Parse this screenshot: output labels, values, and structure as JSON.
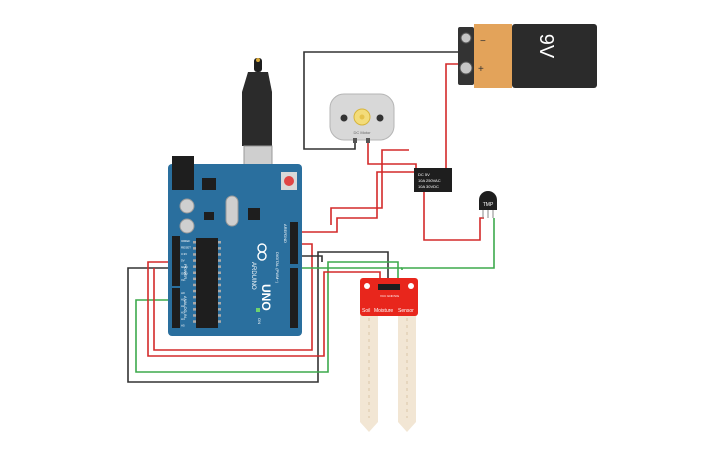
{
  "battery": {
    "voltage_label": "9V",
    "minus_label": "−",
    "plus_label": "+"
  },
  "arduino": {
    "brand_label": "ARDUINO",
    "model_label": "UNO",
    "digital_header_label": "DIGITAL (PWM~)",
    "power_header_label": "POWER",
    "analog_header_label": "ANALOG IN",
    "on_label": "ON",
    "aref_label": "AREF",
    "gnd_label": "GND",
    "power_pins": [
      "IOREF",
      "RESET",
      "3.3V",
      "5V",
      "GND",
      "GND",
      "Vin"
    ],
    "analog_pins": [
      "A0",
      "A1",
      "A2",
      "A3",
      "A4",
      "A5"
    ]
  },
  "relay": {
    "line1": "DC 5V",
    "line2": "10A 250VAC",
    "line3": "10A 30VDC"
  },
  "tmp": {
    "label": "TMP"
  },
  "motor": {
    "label": "DC Motor"
  },
  "soil_sensor": {
    "label_soil": "Soil",
    "label_moisture": "Moisture",
    "label_sensor": "Sensor",
    "pin_vcc": "VCC",
    "pin_gnd": "GND",
    "pin_sig": "SIG"
  },
  "colors": {
    "board_blue": "#2a6f9e",
    "battery_body": "#2b2b2b",
    "battery_cap": "#e3a35a",
    "sensor_red": "#e8261c",
    "probe": "#f2e6d4",
    "wire_red": "#d32a2a",
    "wire_black": "#333333",
    "wire_green": "#3daa4c"
  }
}
